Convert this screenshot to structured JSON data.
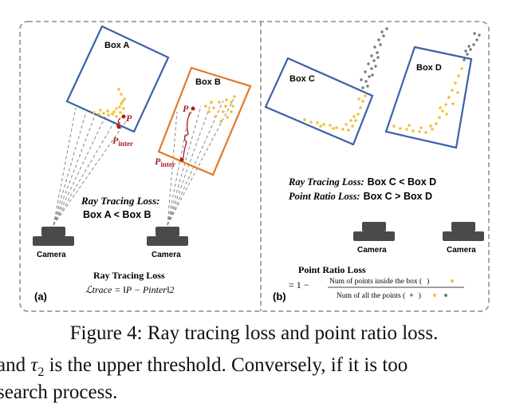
{
  "panel_a": {
    "tag": "(a)",
    "box_a_label": "Box A",
    "box_b_label": "Box B",
    "p_label": "P",
    "p_inter_label": "P",
    "p_inter_sub": "inter",
    "loss_title": "Ray Tracing Loss:",
    "loss_compare": "Box A < Box B",
    "camera_label_1": "Camera",
    "camera_label_2": "Camera",
    "formula_title": "Ray Tracing Loss",
    "formula": "ℒtrace = ‖P − Pinter‖2"
  },
  "panel_b": {
    "tag": "(b)",
    "box_c_label": "Box C",
    "box_d_label": "Box D",
    "ray_loss_title": "Ray Tracing Loss:",
    "ray_loss_compare": "Box C < Box D",
    "point_loss_title": "Point Ratio Loss:",
    "point_loss_compare": "Box C > Box D",
    "camera_label_1": "Camera",
    "camera_label_2": "Camera",
    "formula_title": "Point Ratio Loss",
    "formula_prefix": "= 1 −",
    "numerator": "Num of points inside the box (",
    "denominator": "Num of all the points (",
    "close_paren": ")",
    "plus": "+"
  },
  "caption": {
    "main": "Figure 4: Ray tracing loss and point ratio loss.",
    "line2_a": "and ",
    "line2_tau": "τ",
    "line2_sub": "2",
    "line2_b": " is the upper threshold. Conversely, if it is too",
    "line3": "search process."
  },
  "colors": {
    "box_blue": "#3a62a8",
    "box_orange": "#e07a2a",
    "points_yellow": "#f2c12e",
    "points_gray": "#777777",
    "marker_red": "#b01c1c",
    "camera_gray": "#4a4a4a"
  }
}
